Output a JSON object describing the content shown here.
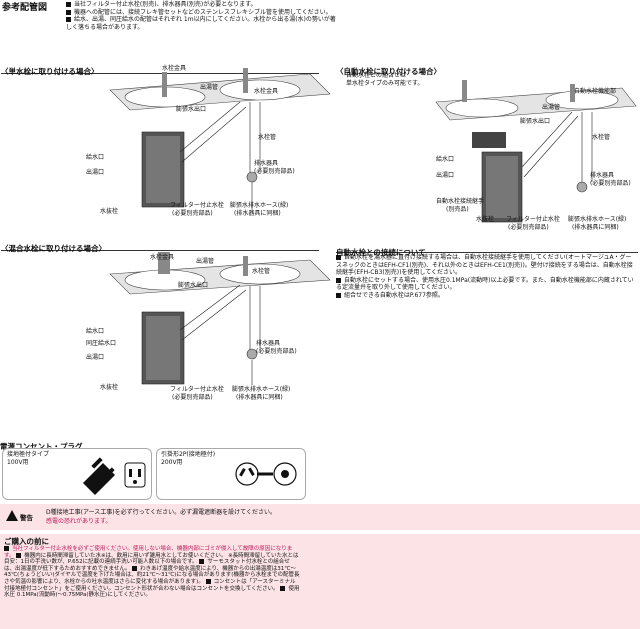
{
  "title": "参考配管図",
  "notes": [
    "当社フィルター付止水栓(別売)、排水器具(別売)が必要となります。",
    "機器への配管には、接続フレキ管セットなどのステンレスフレキシブル管を使用してください。",
    "給水、出湯、同圧給水の配管はそれぞれ 1m以内にしてください。水栓から出る湯(水)の勢いが著しく落ちる場合があります。"
  ],
  "section1": {
    "title": "〈単水栓に取り付ける場合〉",
    "labels": {
      "faucet_fitting": "水栓金具",
      "outlet_pipe": "出湯管",
      "water_fitting2": "水栓金具",
      "relay_pipe": "膨張水出口",
      "faucet_pipe": "水栓管",
      "inlet": "給水口",
      "outlet": "出湯口",
      "drain_fixture": "排水器具",
      "drain_sub": "(必要別売部品)",
      "drain_valve": "水抜栓",
      "filter_valve": "フィルター付止水栓",
      "filter_sub": "(必要別売部品)",
      "expansion_hose": "膨張水排水ホース(緑)",
      "expansion_sub": "(排水器具に同梱)"
    }
  },
  "section2": {
    "title": "〈混合水栓に取り付ける場合〉",
    "labels": {
      "faucet_fitting": "水栓金具",
      "outlet_pipe": "出湯管",
      "faucet_pipe": "水栓管",
      "relay_pipe": "膨張水出口",
      "inlet": "給水口",
      "same_pressure": "同圧給水口",
      "outlet": "出湯口",
      "drain_fixture": "排水器具",
      "drain_sub": "(必要別売部品)",
      "drain_valve": "水抜栓",
      "filter_valve": "フィルター付止水栓",
      "filter_sub": "(必要別売部品)",
      "expansion_hose": "膨張水排水ホース(緑)",
      "expansion_sub": "(排水器具に同梱)"
    }
  },
  "section3": {
    "title": "〈自動水栓に取り付ける場合〉",
    "sub1": "自動水栓との組合せは",
    "sub2": "単水栓タイプのみ可能です。",
    "labels": {
      "auto_fitting": "自動水栓機能部",
      "outlet_pipe": "出湯管",
      "faucet_pipe": "水栓管",
      "relay_pipe": "膨張水出口",
      "inlet": "給水口",
      "outlet": "出湯口",
      "drain_fixture": "排水器具",
      "drain_sub": "(必要別売部品)",
      "adapter": "自動水栓接続継手",
      "adapter_sub": "(別売品)",
      "drain_valve": "水抜栓",
      "filter_valve": "フィルター付止水栓",
      "filter_sub": "(必要別売部品)",
      "expansion_hose": "膨張水排水ホース(緑)",
      "expansion_sub": "(排水器具に同梱)"
    }
  },
  "auto_conn": {
    "title": "自動水栓との接続について",
    "items": [
      "自動水栓を湯水器に直付け接続する場合は、自動水栓接続継手を使用してください(オートマージュA・グースネックのときはEFH-CF1(別売)、それ以外のときはEFH-CE1(別売))。壁付け接続をする場合は、自動水栓接続継手(EFH-CB3(別売))を使用してください。",
      "自動水栓にセットする場合、使用水圧0.1MPa(流動時)以上必要です。また、自動水栓機能部に内蔵されている定流量弁を取り外して使用してください。",
      "組合せできる自動水栓はP.677参照。"
    ]
  },
  "power": {
    "title": "電源コンセント・プラグ",
    "left_label1": "接地極付タイプ",
    "left_label2": "100V用",
    "right_label1": "引掛形2P(接地極付)",
    "right_label2": "200V用"
  },
  "warning": {
    "badge": "警告",
    "line1": "D種接地工事(アース工事)を必ず行ってください。必ず漏電遮断器を設けてください。",
    "line2": "感電の恐れがあります。"
  },
  "purchase": {
    "title": "ご購入の前に",
    "text": [
      "当社フィルター付止水栓を必ずご使用ください。使用しない場合、機器内部にゴミが侵入して故障の原因になります。",
      "機器内に長時間滞留していた水※は、飲用に用いず雑用水としてお使いください。",
      "※長時間滞留していた水とは目安：1日の手洗い数が、P.652に記載の連続手洗い可能人数以下の場合です。",
      "サーモスタット付水栓との組合せは、出湯温度が低下するためおすすめできません。",
      "わきあげ温度や給水温度により、機器からの出湯温度は31℃～43℃(ちょうどいい)ダイヤルで温度を下げた場合は、約21℃～31℃)になる場合があります(機器から水栓までの配管長さや気温の影響により、水栓からの吐水温度はさらに変化する場合があります)。",
      "コンセントは「アースターミナル付接地極付コンセント」をご使用ください。コンセント形状が合わない場合はコンセントを交換してください。",
      "使用水圧 0.1MPa(流動時)～0.75MPa(静水圧)にしてください。"
    ]
  }
}
